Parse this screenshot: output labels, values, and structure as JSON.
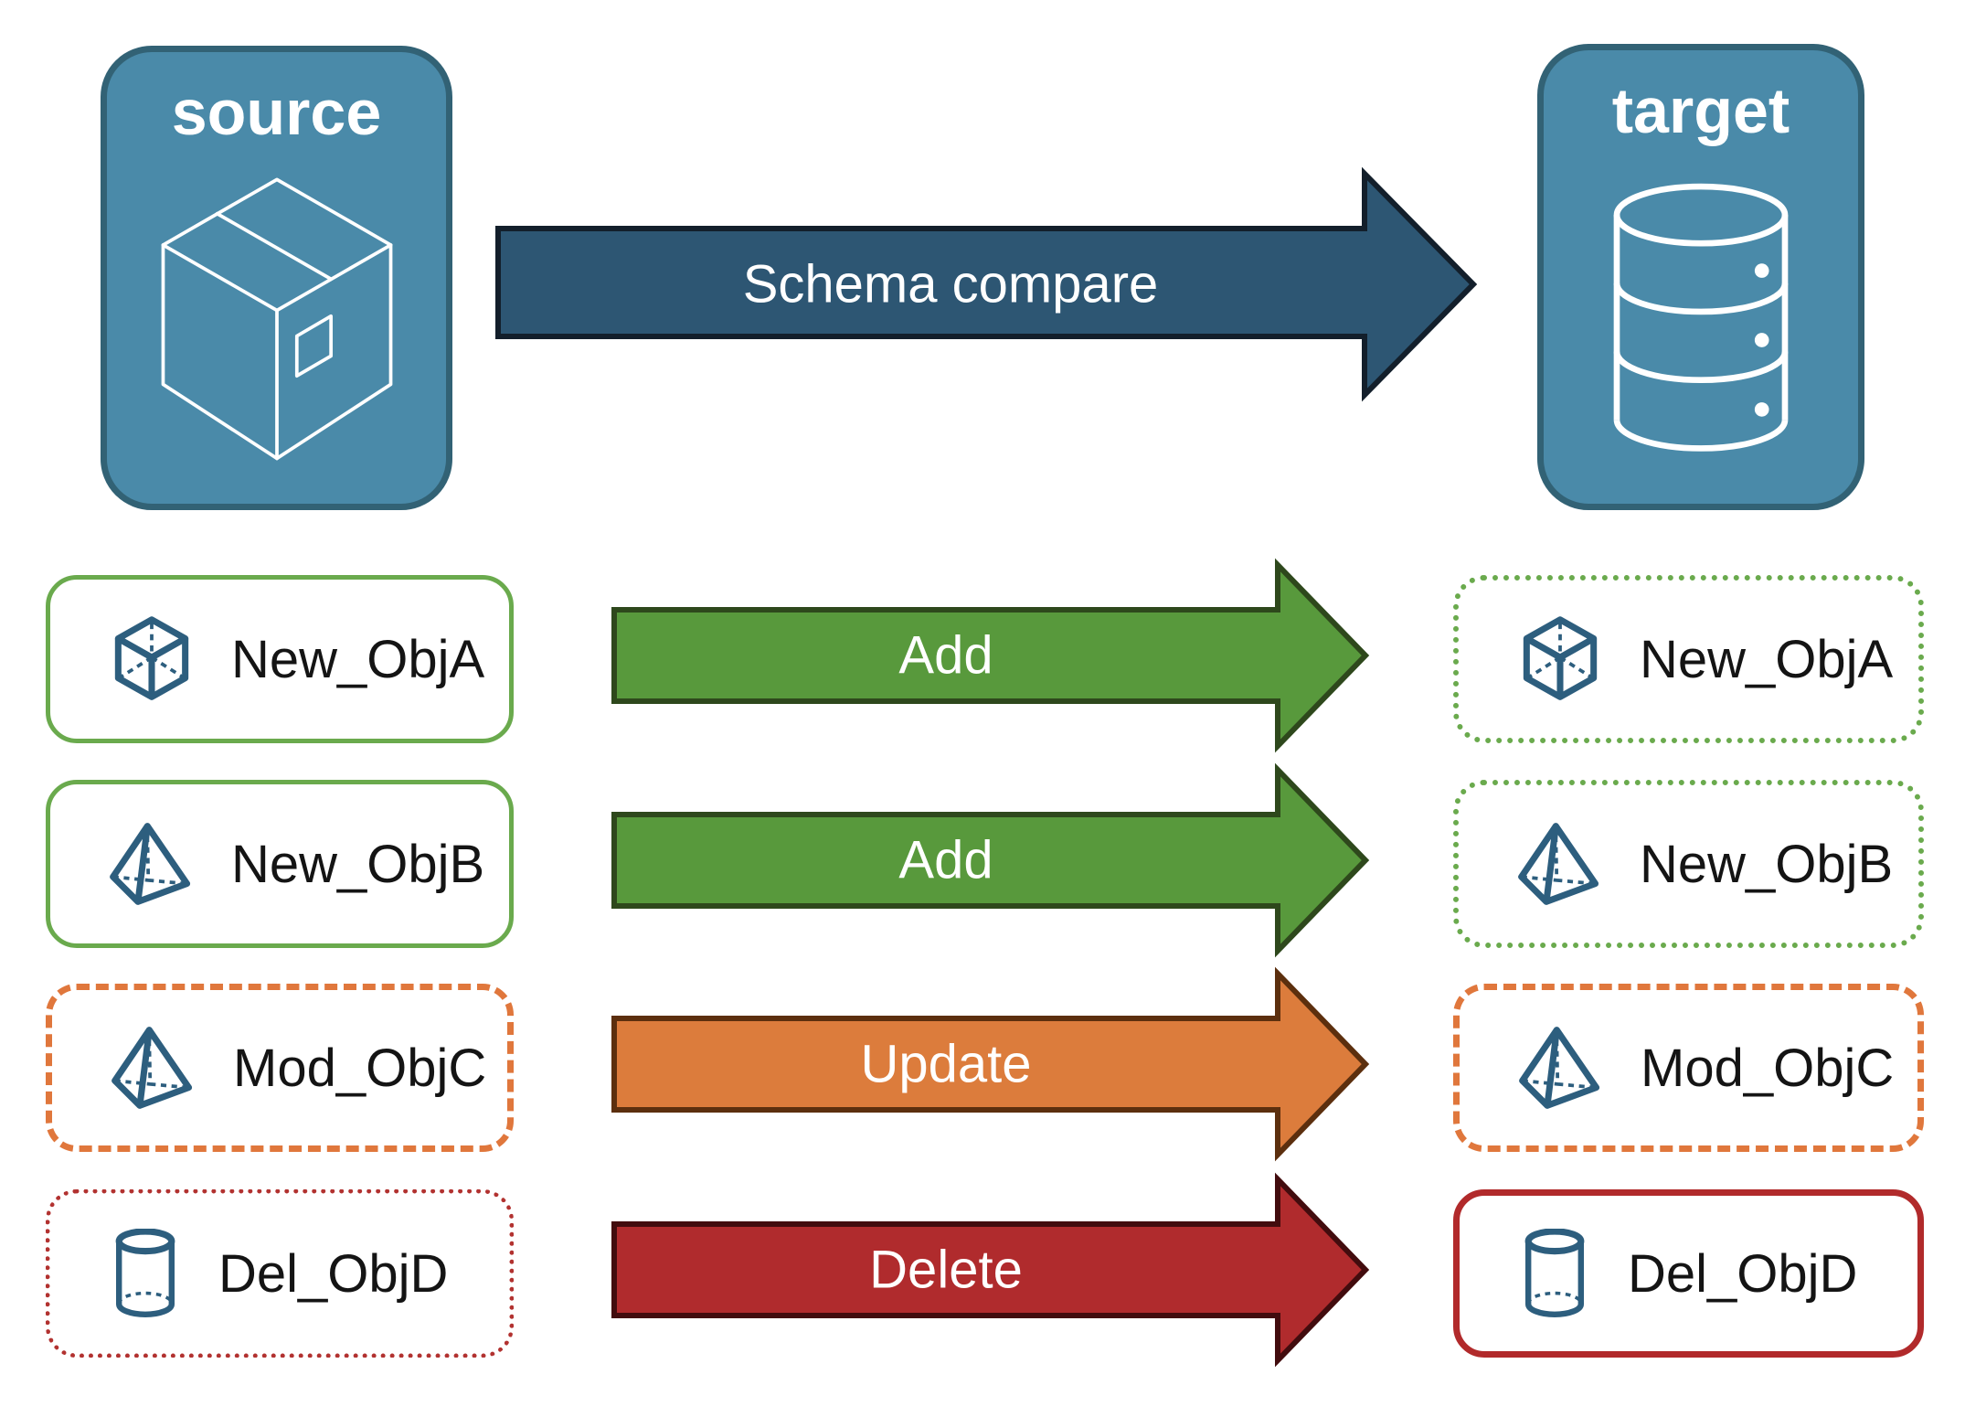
{
  "top": {
    "source_panel": {
      "label": "source",
      "icon": "package"
    },
    "target_panel": {
      "label": "target",
      "icon": "database"
    },
    "compare_arrow": {
      "label": "Schema compare"
    }
  },
  "rows": [
    {
      "object_name": "New_ObjA",
      "icon": "cube",
      "action_label": "Add",
      "action_style": "fill-green",
      "source_style": "solid-green",
      "target_style": "dotted-green"
    },
    {
      "object_name": "New_ObjB",
      "icon": "pyramid",
      "action_label": "Add",
      "action_style": "fill-green",
      "source_style": "solid-green",
      "target_style": "dotted-green"
    },
    {
      "object_name": "Mod_ObjC",
      "icon": "pyramid",
      "action_label": "Update",
      "action_style": "fill-orange",
      "source_style": "dashed-orange",
      "target_style": "dashed-orange"
    },
    {
      "object_name": "Del_ObjD",
      "icon": "cylinder",
      "action_label": "Delete",
      "action_style": "fill-red",
      "source_style": "dotted-red",
      "target_style": "solid-red"
    }
  ],
  "colors": {
    "panel-blue": "#4a8aa9",
    "panel-border": "#326275",
    "icon-blue": "#2d5e7e",
    "compare-fill": "#2d5673",
    "compare-stroke": "#131f2b",
    "green-fill": "#58993c",
    "green-stroke": "#2e481c",
    "orange-fill": "#dc7c3c",
    "orange-stroke": "#5c2f0e",
    "red-fill": "#b02b2d",
    "red-stroke": "#420c0e",
    "green-line": "#6aaa4d",
    "orange-line": "#e0773c",
    "red-line": "#b23230",
    "red-line-strong": "#b12a2b",
    "text-dark": "#141414"
  }
}
